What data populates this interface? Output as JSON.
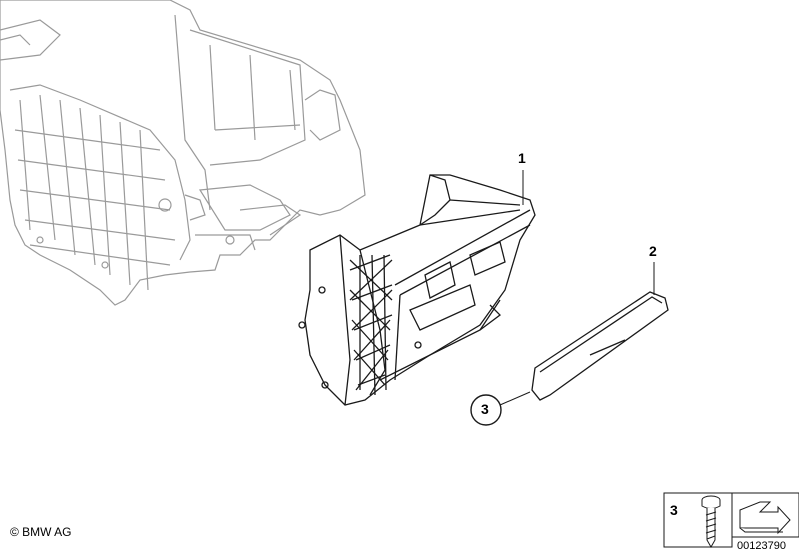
{
  "callouts": {
    "part_1": "1",
    "part_2": "2",
    "part_3": "3"
  },
  "legend": {
    "item_number": "3",
    "diagram_id": "00123790"
  },
  "footer": {
    "copyright": "© BMW AG"
  },
  "colors": {
    "line": "#1a1a1a",
    "faint_line": "#9a9a9a",
    "background": "#ffffff"
  },
  "icons": [
    "screw-icon",
    "arrow-icon"
  ]
}
